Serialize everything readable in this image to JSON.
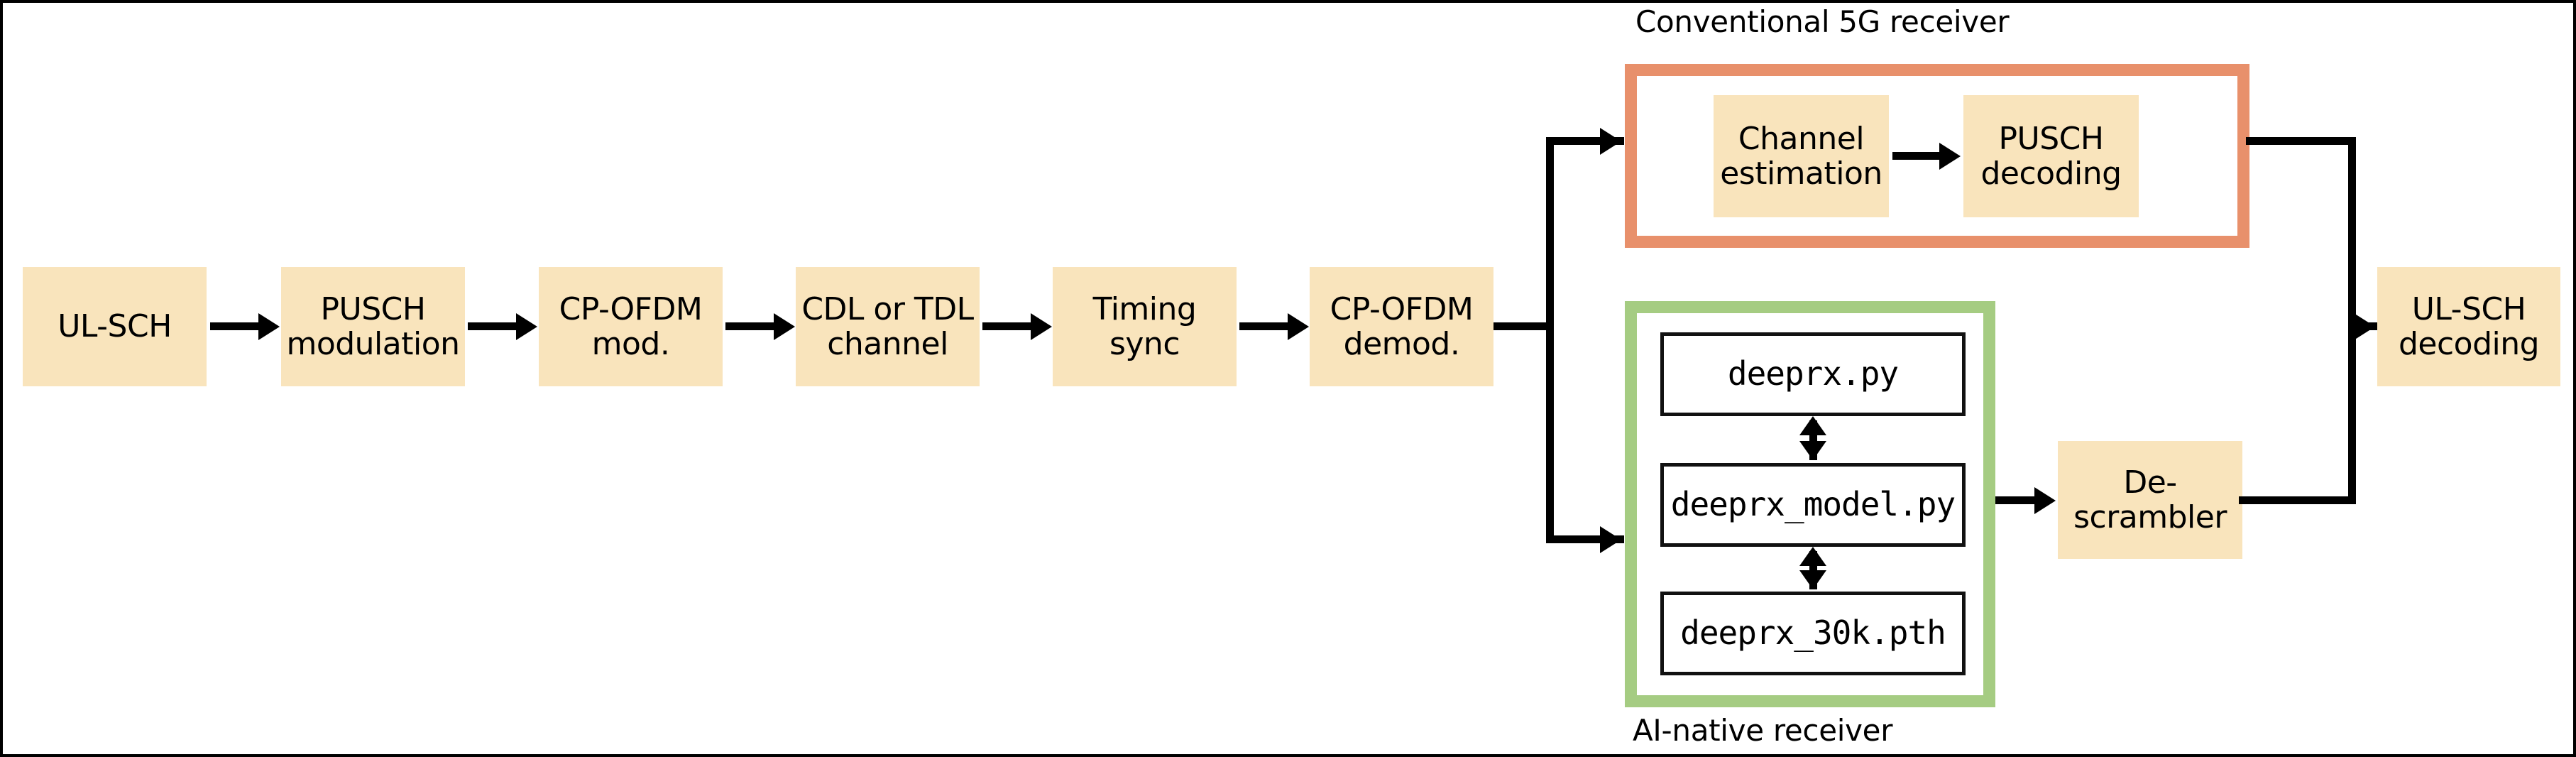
{
  "diagram": {
    "title": "5G uplink receiver processing chain with conventional and AI-native receiver branches",
    "colors": {
      "block_fill": "#F9E4BC",
      "conventional_frame": "#E8906B",
      "ainative_frame": "#A5CC82",
      "line": "#000000",
      "background": "#FFFFFF"
    }
  },
  "pipeline": {
    "blocks": [
      {
        "id": "ul-sch",
        "label": "UL-SCH"
      },
      {
        "id": "pusch-modulation",
        "label": "PUSCH\nmodulation"
      },
      {
        "id": "cp-ofdm-mod",
        "label": "CP-OFDM\nmod."
      },
      {
        "id": "cdl-tdl-channel",
        "label": "CDL or TDL\nchannel"
      },
      {
        "id": "timing-sync",
        "label": "Timing\nsync"
      },
      {
        "id": "cp-ofdm-demod",
        "label": "CP-OFDM\ndemod."
      }
    ]
  },
  "conventional_receiver": {
    "caption": "Conventional 5G receiver",
    "blocks": [
      {
        "id": "channel-estimation",
        "label": "Channel\nestimation"
      },
      {
        "id": "pusch-decoding",
        "label": "PUSCH\ndecoding"
      }
    ]
  },
  "ai_native_receiver": {
    "caption": "AI-native receiver",
    "files": [
      {
        "id": "deeprx-py",
        "label": "deeprx.py"
      },
      {
        "id": "deeprx-model-py",
        "label": "deeprx_model.py"
      },
      {
        "id": "deeprx-30k-pth",
        "label": "deeprx_30k.pth"
      }
    ]
  },
  "output": {
    "descrambler": {
      "id": "de-scrambler",
      "label": "De-\nscrambler"
    },
    "ul_sch_decoding": {
      "id": "ul-sch-decoding",
      "label": "UL-SCH\ndecoding"
    }
  }
}
